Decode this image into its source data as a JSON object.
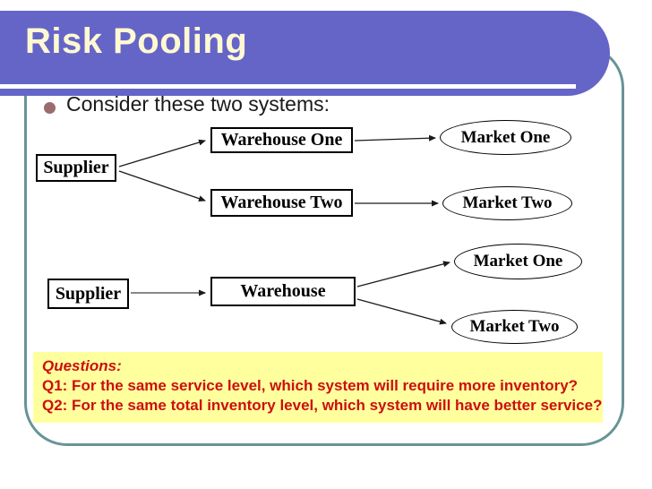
{
  "slide": {
    "title": "Risk Pooling",
    "bullet": "Consider these two systems:"
  },
  "colors": {
    "banner_purple": "#6565C8",
    "title_text": "#FFF9D2",
    "frame_teal": "#689496",
    "bullet_dot": "#9C6B6B",
    "questions_bg": "#FFFF9E",
    "questions_text": "#CC0F0F",
    "node_border": "#000000",
    "gray_arrow": "#888888"
  },
  "diagram": {
    "system1": {
      "supplier": "Supplier",
      "warehouse_one": "Warehouse One",
      "warehouse_two": "Warehouse Two",
      "market_one": "Market One",
      "market_two": "Market Two",
      "edges": [
        {
          "from": "Supplier",
          "to": "Warehouse One"
        },
        {
          "from": "Supplier",
          "to": "Warehouse Two"
        },
        {
          "from": "Warehouse One",
          "to": "Market One"
        },
        {
          "from": "Warehouse Two",
          "to": "Market Two"
        }
      ]
    },
    "system2": {
      "supplier": "Supplier",
      "warehouse": "Warehouse",
      "market_one": "Market One",
      "market_two": "Market Two",
      "edges": [
        {
          "from": "Supplier",
          "to": "Warehouse"
        },
        {
          "from": "Warehouse",
          "to": "Market One"
        },
        {
          "from": "Warehouse",
          "to": "Market Two"
        }
      ]
    }
  },
  "questions": {
    "heading": "Questions:",
    "q1": "Q1: For the same service level, which system will require more inventory?",
    "q2": "Q2: For the same total inventory level, which system will have better service?"
  }
}
